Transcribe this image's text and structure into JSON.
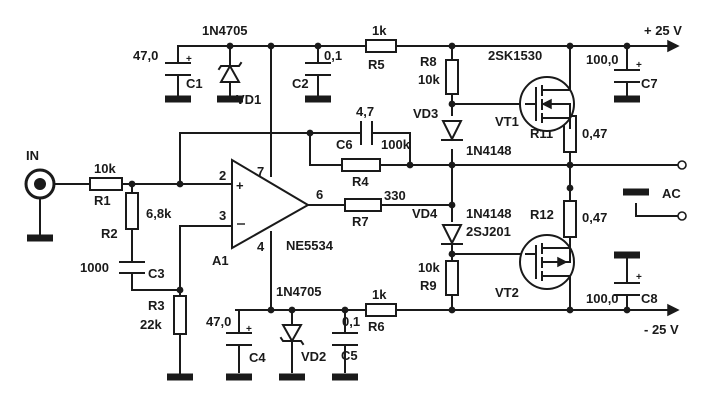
{
  "rails": {
    "pos": "+ 25 V",
    "neg": "- 25 V"
  },
  "input": {
    "label": "IN"
  },
  "output": {
    "ac_label": "AC"
  },
  "opamp": {
    "ref": "A1",
    "part": "NE5534",
    "pins": {
      "noninv": "2",
      "inv": "3",
      "vpos": "7",
      "out": "6",
      "vneg": "4"
    }
  },
  "resistors": {
    "R1": {
      "ref": "R1",
      "value": "10k"
    },
    "R2": {
      "ref": "R2",
      "value": "6,8k"
    },
    "R3": {
      "ref": "R3",
      "value": "22k"
    },
    "R4": {
      "ref": "R4",
      "value": "100k"
    },
    "R5": {
      "ref": "R5",
      "value": "1k"
    },
    "R6": {
      "ref": "R6",
      "value": "1k"
    },
    "R7": {
      "ref": "R7",
      "value": "330"
    },
    "R8": {
      "ref": "R8",
      "value": "10k"
    },
    "R9": {
      "ref": "R9",
      "value": "10k"
    },
    "R11": {
      "ref": "R11",
      "value": "0,47"
    },
    "R12": {
      "ref": "R12",
      "value": "0,47"
    }
  },
  "capacitors": {
    "C1": {
      "ref": "C1",
      "value": "47,0"
    },
    "C2": {
      "ref": "C2",
      "value": "0,1"
    },
    "C3": {
      "ref": "C3",
      "value": "1000"
    },
    "C4": {
      "ref": "C4",
      "value": "47,0"
    },
    "C5": {
      "ref": "C5",
      "value": "0,1"
    },
    "C6": {
      "ref": "C6",
      "value": "4,7"
    },
    "C7": {
      "ref": "C7",
      "value": "100,0"
    },
    "C8": {
      "ref": "C8",
      "value": "100,0"
    }
  },
  "diodes": {
    "VD1": {
      "ref": "VD1",
      "part": "1N4705"
    },
    "VD2": {
      "ref": "VD2",
      "part": "1N4705"
    },
    "VD3": {
      "ref": "VD3",
      "part": "1N4148"
    },
    "VD4": {
      "ref": "VD4",
      "part": "1N4148"
    }
  },
  "transistors": {
    "VT1": {
      "ref": "VT1",
      "part": "2SK1530"
    },
    "VT2": {
      "ref": "VT2",
      "part": "2SJ201"
    }
  },
  "polarity_mark": "+"
}
